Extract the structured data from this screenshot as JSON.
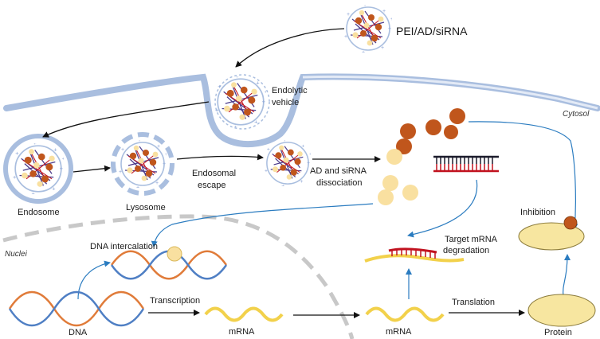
{
  "labels": {
    "complex": "PEI/AD/siRNA",
    "endolytic_line1": "Endolytic",
    "endolytic_line2": "vehicle",
    "cytosol": "Cytosol",
    "endosome": "Endosome",
    "lysosome": "Lysosome",
    "escape_line1": "Endosomal",
    "escape_line2": "escape",
    "dissoc_line1": "AD and siRNA",
    "dissoc_line2": "dissociation",
    "inhibition": "Inhibition",
    "nuclei": "Nuclei",
    "intercalation": "DNA intercalation",
    "target_line1": "Target mRNA",
    "target_line2": "degradation",
    "transcription": "Transcription",
    "translation": "Translation",
    "dna": "DNA",
    "mrna_nucleus": "mRNA",
    "mrna_cytosol": "mRNA",
    "protein": "Protein"
  },
  "colors": {
    "membrane": "#a9bedf",
    "pei_cross": "#8ea6d6",
    "ad_particle": "#c0561c",
    "sirna_particle": "#f9e0a0",
    "sirna_strand_dark": "#1d1d2d",
    "sirna_strand_red": "#c1121f",
    "dna_orange": "#e07b39",
    "dna_blue": "#4f7fc4",
    "mrna_yellow": "#f2d14b",
    "protein_fill": "#f7e6a0",
    "nucleus_border": "#c8c8c8",
    "blue_arrow": "#2b7cc0",
    "black_arrow": "#111111"
  },
  "icons": [
    "nanoparticle-icon",
    "dna-helix-icon",
    "mrna-strand-icon",
    "sirna-duplex-icon",
    "protein-blob-icon"
  ]
}
